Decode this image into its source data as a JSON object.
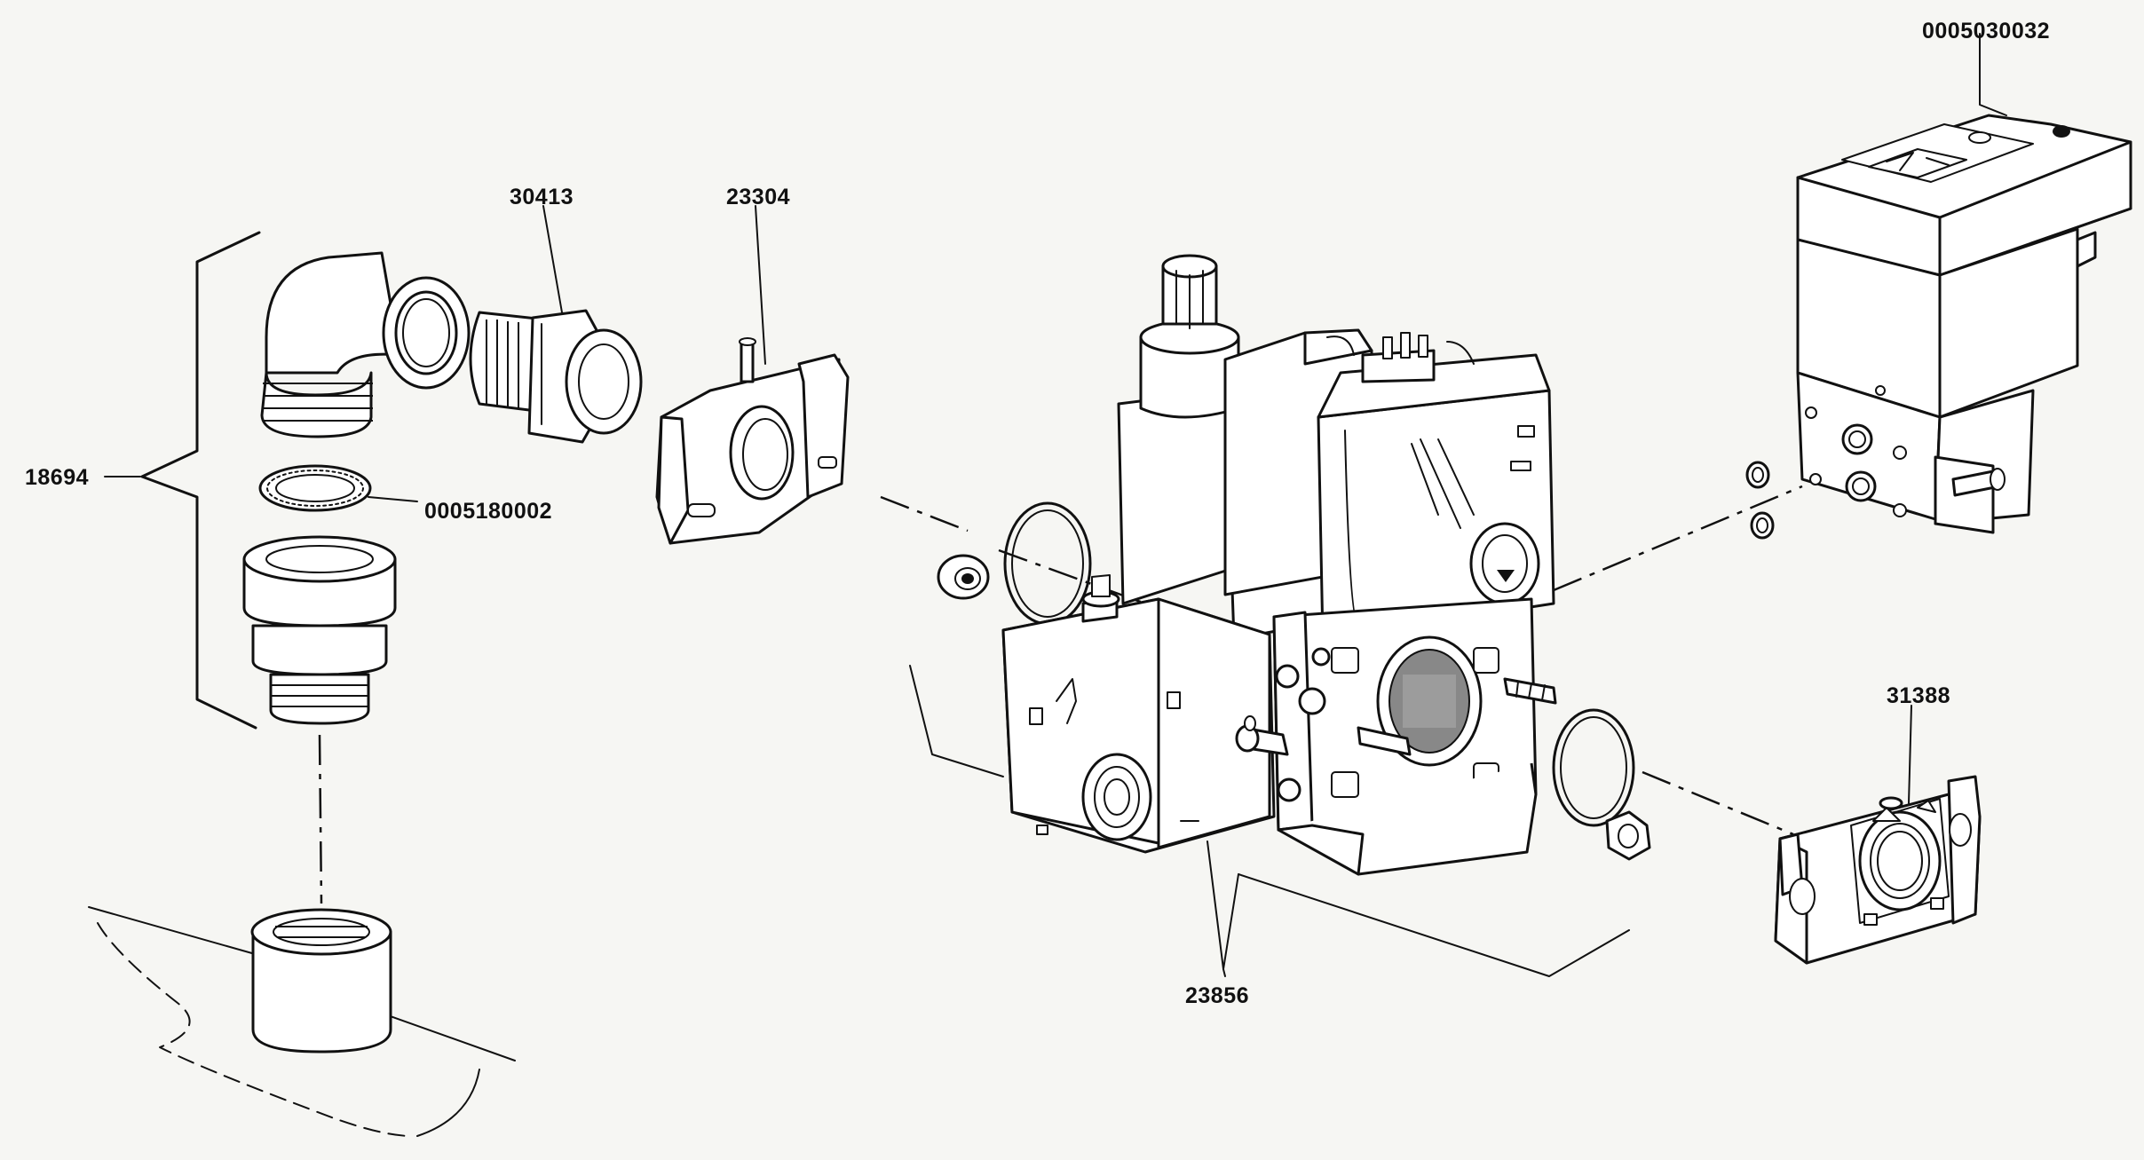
{
  "diagram": {
    "parts": [
      {
        "id": "p18694",
        "label": "18694"
      },
      {
        "id": "p30413",
        "label": "30413"
      },
      {
        "id": "p23304",
        "label": "23304"
      },
      {
        "id": "p0005180002",
        "label": "0005180002"
      },
      {
        "id": "p0005030032",
        "label": "0005030032"
      },
      {
        "id": "p31388",
        "label": "31388"
      },
      {
        "id": "p23856",
        "label": "23856"
      }
    ]
  }
}
